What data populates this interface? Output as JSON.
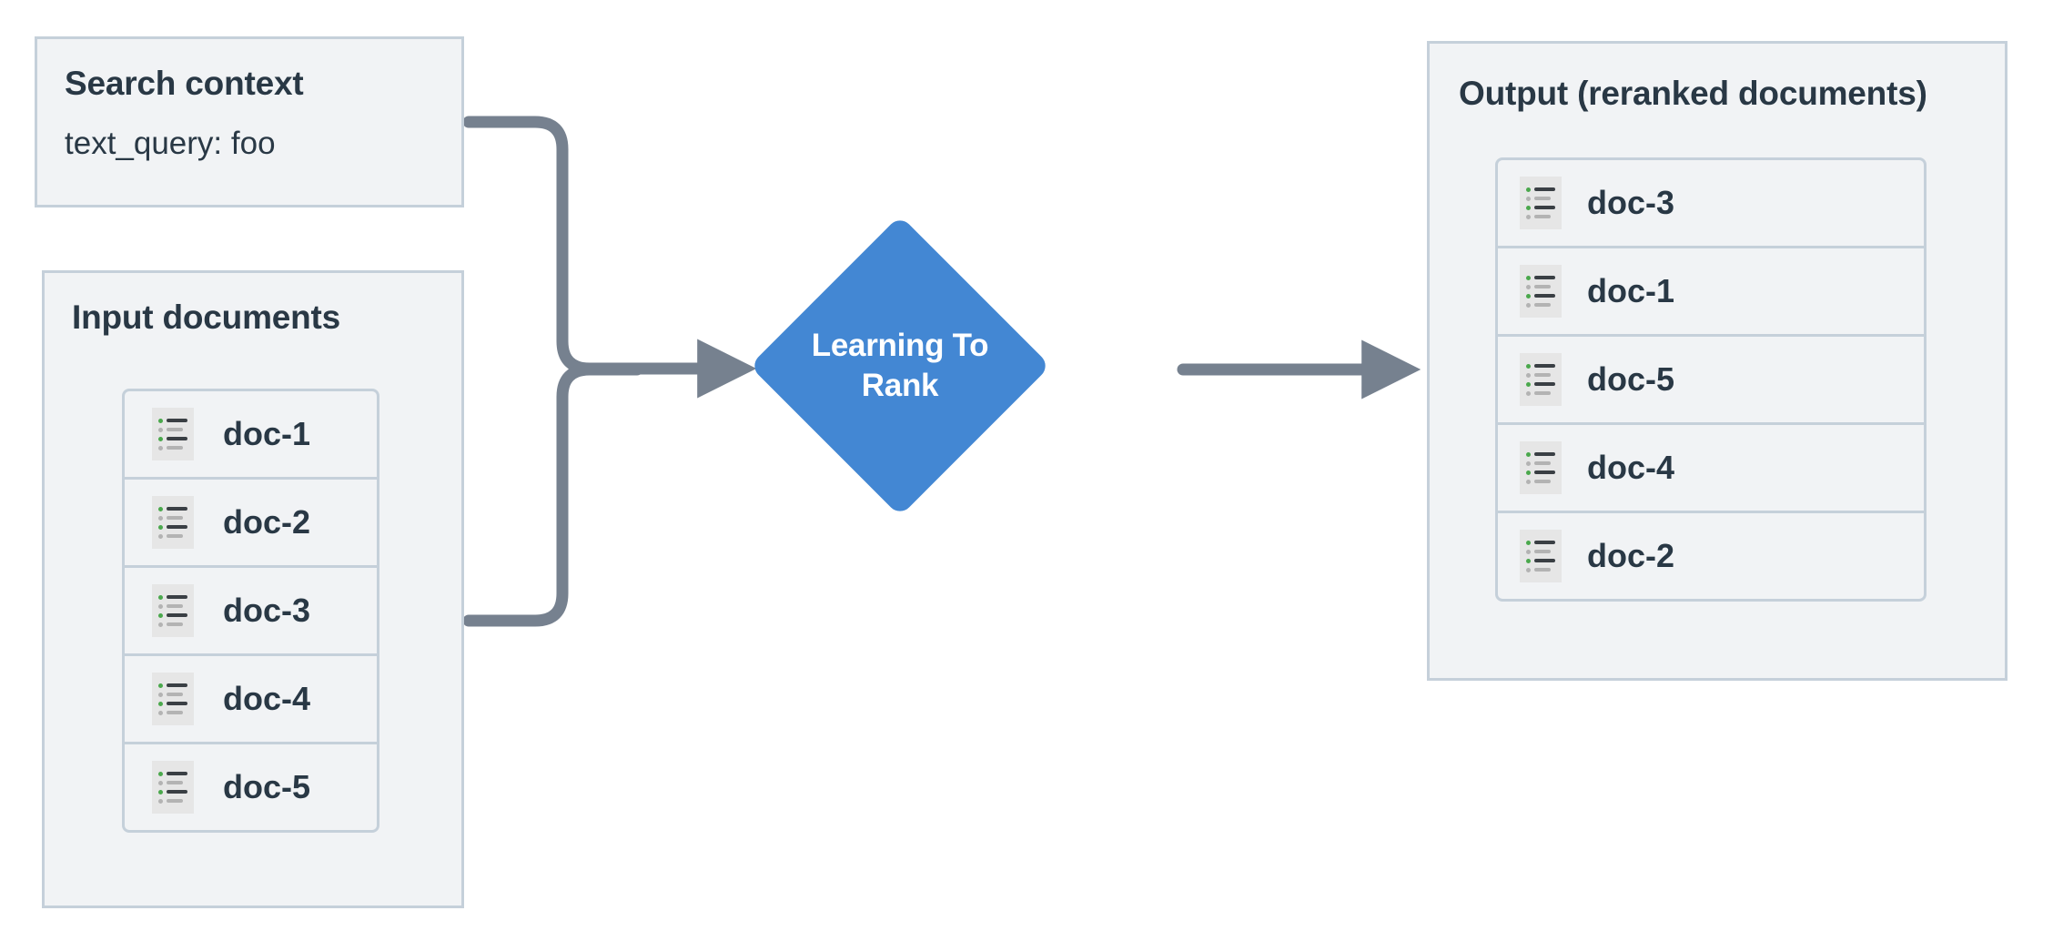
{
  "diagram": {
    "title": "Learning To Rank reranking flow",
    "colors": {
      "panel_fill": "#f1f3f5",
      "panel_border": "#c5d0da",
      "text": "#293845",
      "accent_blue": "#4387d3",
      "connector": "#76818f",
      "icon_fill": "#e6e6e6",
      "icon_green": "#4aa84c",
      "icon_gray": "#b3b3b3",
      "icon_dark": "#3a3f44"
    }
  },
  "search_context": {
    "title": "Search context",
    "query_label": "text_query: foo"
  },
  "input_documents": {
    "title": "Input documents",
    "docs": [
      {
        "label": "doc-1"
      },
      {
        "label": "doc-2"
      },
      {
        "label": "doc-3"
      },
      {
        "label": "doc-4"
      },
      {
        "label": "doc-5"
      }
    ]
  },
  "process": {
    "label": "Learning To Rank",
    "line1": "Learning To",
    "line2": "Rank",
    "shape": "diamond"
  },
  "output": {
    "title": "Output (reranked documents)",
    "docs": [
      {
        "label": "doc-3"
      },
      {
        "label": "doc-1"
      },
      {
        "label": "doc-5"
      },
      {
        "label": "doc-4"
      },
      {
        "label": "doc-2"
      }
    ]
  },
  "icons": {
    "document": "document-list-icon",
    "arrow": "arrow-right-icon"
  }
}
